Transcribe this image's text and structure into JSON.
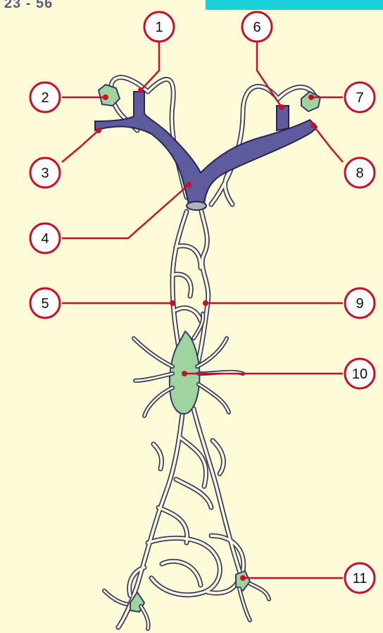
{
  "figure": {
    "number": "23 - 56"
  },
  "callouts": [
    "1",
    "2",
    "3",
    "4",
    "5",
    "6",
    "7",
    "8",
    "9",
    "10",
    "11"
  ],
  "colors": {
    "background": "#fefbd9",
    "header_bar": "#19d0d8",
    "vessel": "#5c5c9e",
    "cell": "#9fd49f",
    "leader": "#c8102e"
  }
}
